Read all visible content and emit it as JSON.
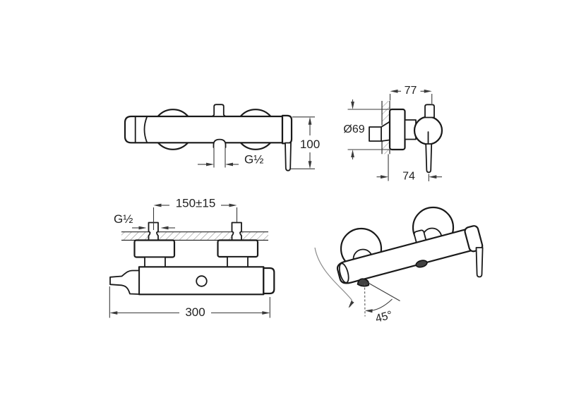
{
  "drawing": {
    "product": "wall-mounted single-lever shower mixer",
    "views": {
      "front": {
        "dim_height": "100",
        "dim_outlet_thread": "G½"
      },
      "side": {
        "dim_depth_top": "77",
        "dim_escutcheon_diameter": "Ø69",
        "dim_depth_bottom": "74"
      },
      "top": {
        "dim_inlet_spacing": "150±15",
        "dim_inlet_thread": "G½",
        "dim_overall_width": "300"
      },
      "perspective": {
        "dim_swivel_angle": "45°"
      }
    },
    "colors": {
      "line": "#1a1a1a",
      "dimension": "#3a3a3a",
      "hatch": "#8a8a8a",
      "background": "#ffffff"
    }
  }
}
